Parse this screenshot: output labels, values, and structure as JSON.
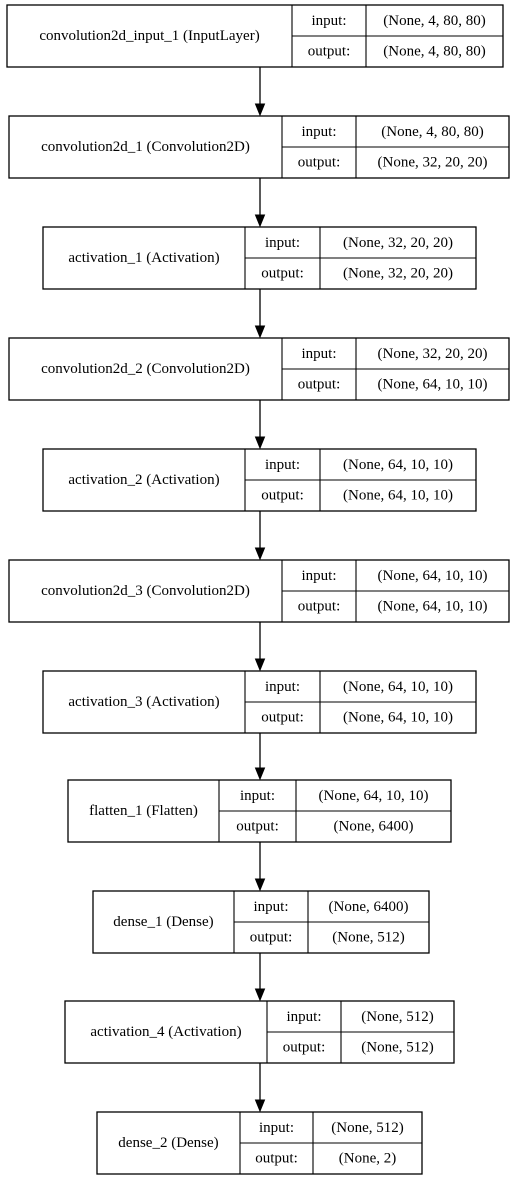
{
  "diagram": {
    "port_labels": {
      "input": "input:",
      "output": "output:"
    },
    "nodes": [
      {
        "id": "convolution2d_input_1",
        "label": "convolution2d_input_1 (InputLayer)",
        "input": "(None, 4, 80, 80)",
        "output": "(None, 4, 80, 80)"
      },
      {
        "id": "convolution2d_1",
        "label": "convolution2d_1 (Convolution2D)",
        "input": "(None, 4, 80, 80)",
        "output": "(None, 32, 20, 20)"
      },
      {
        "id": "activation_1",
        "label": "activation_1 (Activation)",
        "input": "(None, 32, 20, 20)",
        "output": "(None, 32, 20, 20)"
      },
      {
        "id": "convolution2d_2",
        "label": "convolution2d_2 (Convolution2D)",
        "input": "(None, 32, 20, 20)",
        "output": "(None, 64, 10, 10)"
      },
      {
        "id": "activation_2",
        "label": "activation_2 (Activation)",
        "input": "(None, 64, 10, 10)",
        "output": "(None, 64, 10, 10)"
      },
      {
        "id": "convolution2d_3",
        "label": "convolution2d_3 (Convolution2D)",
        "input": "(None, 64, 10, 10)",
        "output": "(None, 64, 10, 10)"
      },
      {
        "id": "activation_3",
        "label": "activation_3 (Activation)",
        "input": "(None, 64, 10, 10)",
        "output": "(None, 64, 10, 10)"
      },
      {
        "id": "flatten_1",
        "label": "flatten_1 (Flatten)",
        "input": "(None, 64, 10, 10)",
        "output": "(None, 6400)"
      },
      {
        "id": "dense_1",
        "label": "dense_1 (Dense)",
        "input": "(None, 6400)",
        "output": "(None, 512)"
      },
      {
        "id": "activation_4",
        "label": "activation_4 (Activation)",
        "input": "(None, 512)",
        "output": "(None, 512)"
      },
      {
        "id": "dense_2",
        "label": "dense_2 (Dense)",
        "input": "(None, 512)",
        "output": "(None, 2)"
      }
    ]
  }
}
